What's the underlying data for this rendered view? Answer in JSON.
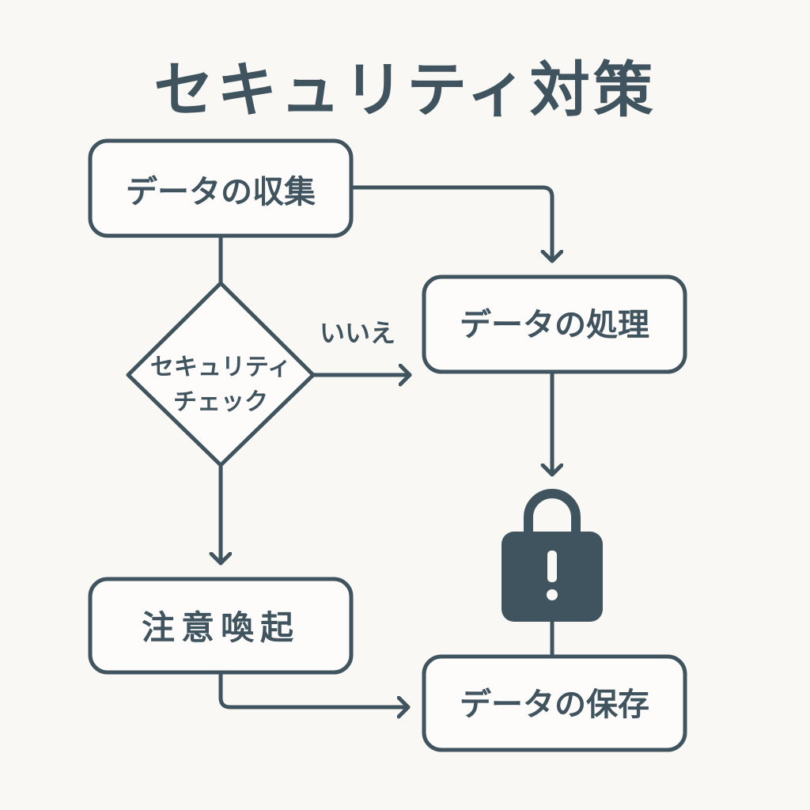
{
  "title": "セキュリティ対策",
  "nodes": {
    "collect": "データの収集",
    "check_line1": "セキュリティ",
    "check_line2": "チェック",
    "process": "データの処理",
    "alert": "注意喚起",
    "store": "データの保存"
  },
  "edges": {
    "no_label": "いいえ"
  },
  "icons": {
    "lock": "lock-warning-icon"
  },
  "colors": {
    "stroke": "#3f545e",
    "background": "#faf8f4",
    "node_fill": "#fdfcfa"
  }
}
